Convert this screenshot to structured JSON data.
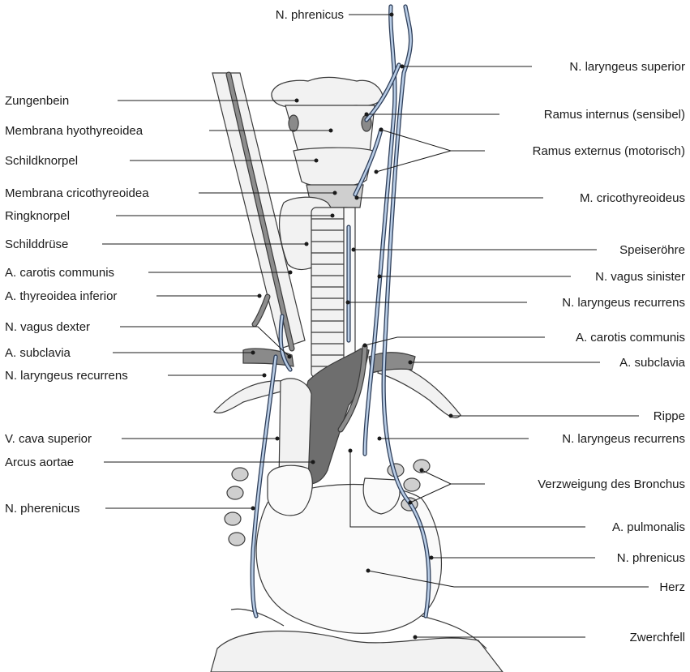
{
  "diagram": {
    "labels_left": {
      "zungenbein": "Zungenbein",
      "membrana_hyothyreoidea": "Membrana hyothyreoidea",
      "schildknorpel": "Schildknorpel",
      "membrana_cricothyreoidea": "Membrana cricothyreoidea",
      "ringknorpel": "Ringknorpel",
      "schilddruese": "Schilddrüse",
      "a_carotis_communis": "A. carotis communis",
      "a_thyreoidea_inferior": "A. thyreoidea inferior",
      "n_vagus_dexter": "N. vagus dexter",
      "a_subclavia": "A. subclavia",
      "n_laryngeus_recurrens": "N. laryngeus recurrens",
      "v_cava_superior": "V. cava superior",
      "arcus_aortae": "Arcus aortae",
      "n_pherenicus": "N. pherenicus"
    },
    "labels_right": {
      "n_phrenicus_top": "N. phrenicus",
      "n_laryngeus_superior": "N. laryngeus superior",
      "ramus_internus": "Ramus internus (sensibel)",
      "ramus_externus": "Ramus externus (motorisch)",
      "m_cricothyreoideus": "M. cricothyreoideus",
      "speiseroehre": "Speiseröhre",
      "n_vagus_sinister": "N. vagus sinister",
      "n_laryngeus_recurrens": "N. laryngeus recurrens",
      "a_carotis_communis": "A. carotis communis",
      "a_subclavia": "A. subclavia",
      "rippe": "Rippe",
      "n_laryngeus_recurrens_2": "N. laryngeus recurrens",
      "verzweigung_bronchus": "Verzweigung des Bronchus",
      "a_pulmonalis": "A. pulmonalis",
      "n_phrenicus": "N. phrenicus",
      "herz": "Herz",
      "zwerchfell": "Zwerchfell"
    },
    "colors": {
      "nerve": "#b9cde6",
      "nerve_outline": "#2f3f5a",
      "vessel": "#8d8d8d",
      "tissue": "#f2f2f2"
    }
  }
}
